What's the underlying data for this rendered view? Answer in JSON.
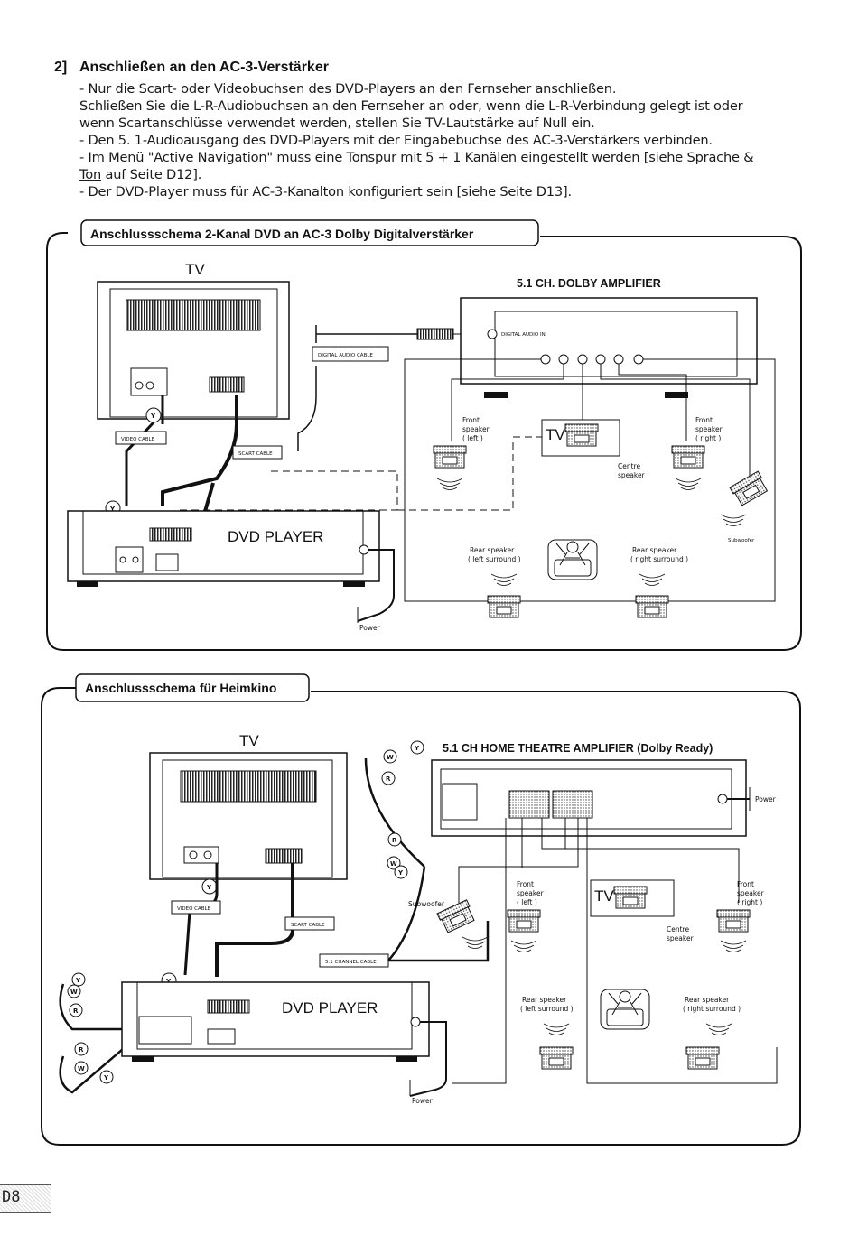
{
  "section": {
    "number": "2]",
    "title": "Anschließen an den AC-3-Verstärker"
  },
  "body": {
    "line1": "- Nur die Scart- oder Videobuchsen des DVD-Players an den Fernseher anschließen.",
    "line2": "Schließen Sie die L-R-Audiobuchsen an den Fernseher an oder, wenn die L-R-Verbindung gelegt ist oder",
    "line3": "wenn Scartanschlüsse verwendet werden, stellen Sie TV-Lautstärke auf Null ein.",
    "line4": "- Den 5. 1-Audioausgang des DVD-Players mit der Eingabebuchse des AC-3-Verstärkers verbinden.",
    "line5_pre": "- Im Menü \"Active Navigation\" muss eine Tonspur mit 5 + 1 Kanälen eingestellt werden [siehe ",
    "line5_link": "Sprache &",
    "line6_link": "Ton",
    "line6_post": " auf Seite D12].",
    "line7": "- Der DVD-Player muss für AC-3-Kanalton konfiguriert sein [siehe Seite D13]."
  },
  "diagram1": {
    "title": "Anschlussschema 2-Kanal DVD an AC-3 Dolby Digitalverstärker",
    "tv_label": "TV",
    "amp_label": "5.1 CH. DOLBY AMPLIFIER",
    "amp_input_label": "DIGITAL AUDIO IN",
    "amp_outputs": [
      "Front speaker (left)",
      "Rear speaker (left)",
      "Centre speaker",
      "Front speaker (right)",
      "Sub woofer",
      "Rear speaker (right)"
    ],
    "digital_cable": "DIGITAL AUDIO CABLE",
    "video_cable": "VIDEO CABLE",
    "scart_cable": "SCART CABLE",
    "dvd_label": "DVD PLAYER",
    "power": "Power",
    "front_left": [
      "Front",
      "speaker",
      "( left )"
    ],
    "front_right": [
      "Front",
      "speaker",
      "( right )"
    ],
    "centre": [
      "Centre",
      "speaker"
    ],
    "centre_tv": "TV",
    "subwoofer": "Subwoofer",
    "rear_left": [
      "Rear speaker",
      "( left surround )"
    ],
    "rear_right": [
      "Rear speaker",
      "( right surround )"
    ],
    "y": "Y"
  },
  "diagram2": {
    "title": "Anschlussschema für Heimkino",
    "tv_label": "TV",
    "amp_label": "5.1 CH HOME THEATRE AMPLIFIER (Dolby Ready)",
    "power_amp": "Power",
    "video_cable": "VIDEO CABLE",
    "scart_cable": "SCART CABLE",
    "channel_cable": "5.1 CHANNEL CABLE",
    "dvd_label": "DVD PLAYER",
    "power": "Power",
    "front_left": [
      "Front",
      "speaker",
      "( left )"
    ],
    "front_right": [
      "Front",
      "speaker",
      "( right )"
    ],
    "centre": [
      "Centre",
      "speaker"
    ],
    "centre_tv": "TV",
    "subwoofer": "Subwoofer",
    "rear_left": [
      "Rear speaker",
      "( left surround )"
    ],
    "rear_right": [
      "Rear speaker",
      "( right surround )"
    ],
    "y": "Y",
    "w": "W",
    "r": "R"
  },
  "page_number": "D8"
}
